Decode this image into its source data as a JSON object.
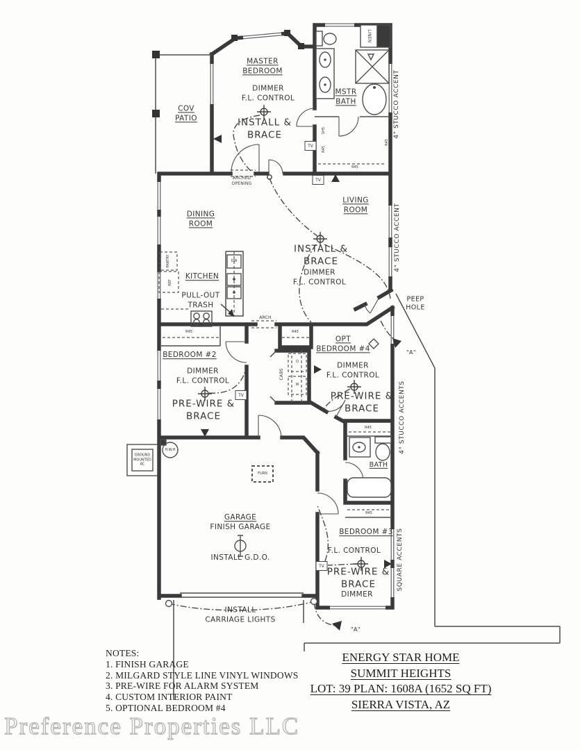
{
  "watermark": "Preference Properties LLC",
  "rooms": {
    "master_bedroom": "MASTER\nBEDROOM",
    "cov_patio": "COV\nPATIO",
    "mstr_bath": "MSTR\nBATH",
    "living_room": "LIVING\nROOM",
    "dining_room": "DINING\nROOM",
    "kitchen": "KITCHEN",
    "bedroom2": "BEDROOM #2",
    "opt_bedroom4": "OPT\nBEDROOM #4",
    "bath": "BATH",
    "garage": "GARAGE",
    "bedroom3": "BEDROOM #3"
  },
  "annotations": {
    "dimmer_fl": "DIMMER\nF.L. CONTROL",
    "install_brace": "INSTALL &\nBRACE",
    "prewire_brace": "PRE-WIRE &\nBRACE",
    "arched_opening": "ARCHED\nOPENING",
    "arch": "ARCH",
    "pull_out_trash": "PULL-OUT\nTRASH",
    "peep_hole": "PEEP\nHOLE",
    "finish_garage": "FINISH GARAGE",
    "install_gdo": "INSTALL G.D.O.",
    "fl_control": "F.L. CONTROL",
    "dimmer": "DIMMER",
    "install_carriage": "INSTALL\nCARRIAGE LIGHTS",
    "ground_ac": "GROUND\nMOUNTED\nAC",
    "stucco_accent": "4\" STUCCO ACCENT",
    "stucco_accents": "4\" STUCCO ACCENTS",
    "square_accents": "SQUARE ACCENTS",
    "marker_a": "\"A\""
  },
  "fixtures": {
    "tv": "TV",
    "dw": "DW",
    "pantry": "PANTRY",
    "ref": "REF",
    "linen": "LINEN",
    "cabs": "CABS",
    "washer": "W",
    "dryer": "D",
    "furn": "FURN",
    "hwh": "H.W.H",
    "r45": "R45",
    "sh5": "SH5"
  },
  "notes": {
    "heading": "NOTES:",
    "items": [
      "1.  FINISH GARAGE",
      "2.  MILGARD STYLE LINE VINYL WINDOWS",
      "3.  PRE-WIRE FOR ALARM SYSTEM",
      "4.  CUSTOM INTERIOR PAINT",
      "5.  OPTIONAL BEDROOM #4"
    ]
  },
  "title_block": {
    "line1": "ENERGY STAR HOME",
    "line2": "SUMMIT HEIGHTS",
    "line3": "LOT: 39 PLAN: 1608A (1652 SQ FT)",
    "line4": "SIERRA VISTA, AZ"
  }
}
